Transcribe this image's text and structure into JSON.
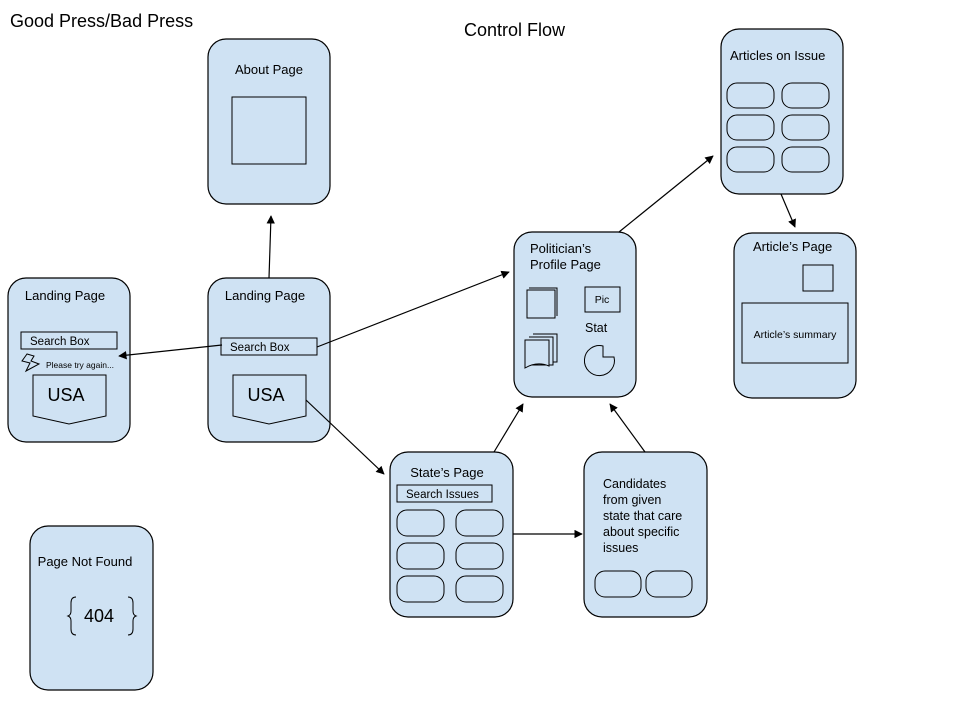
{
  "header": {
    "title": "Good Press/Bad Press",
    "subtitle": "Control Flow"
  },
  "colors": {
    "card_fill": "#cfe2f3",
    "stroke": "#000000"
  },
  "about_page": {
    "title": "About Page"
  },
  "landing_left": {
    "title": "Landing Page",
    "search_label": "Search Box",
    "error_text": "Please try again...",
    "map_label": "USA",
    "icon": "lightning-icon"
  },
  "landing_center": {
    "title": "Landing Page",
    "search_label": "Search Box",
    "map_label": "USA"
  },
  "not_found": {
    "title": "Page Not Found",
    "code": "404"
  },
  "profile": {
    "title_line1": "Politician’s",
    "title_line2": "Profile Page",
    "pic_label": "Pic",
    "stat_label": "Stat"
  },
  "articles_issue": {
    "title": "Articles on Issue"
  },
  "article_page": {
    "title": "Article’s Page",
    "summary": "Article’s summary"
  },
  "state_page": {
    "title": "State’s Page",
    "search_label": "Search Issues"
  },
  "candidates": {
    "lines": [
      "Candidates",
      "from given",
      "state that care",
      "about specific",
      "issues"
    ]
  }
}
